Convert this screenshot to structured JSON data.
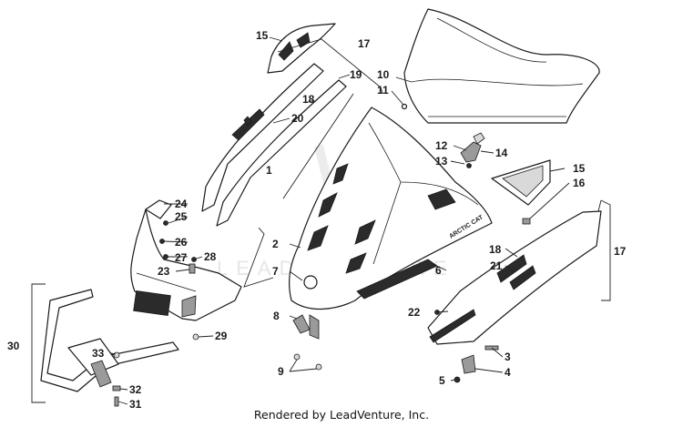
{
  "callouts": [
    "1",
    "2",
    "3",
    "4",
    "5",
    "6",
    "7",
    "8",
    "9",
    "10",
    "11",
    "12",
    "13",
    "14",
    "15",
    "15",
    "16",
    "17",
    "17",
    "18",
    "18",
    "19",
    "20",
    "21",
    "22",
    "23",
    "24",
    "25",
    "26",
    "27",
    "28",
    "29",
    "30",
    "31",
    "32",
    "33"
  ],
  "badge_text": "ARCTIC CAT",
  "watermark": "LEADVENTURE",
  "footer": "Rendered by LeadVenture, Inc."
}
